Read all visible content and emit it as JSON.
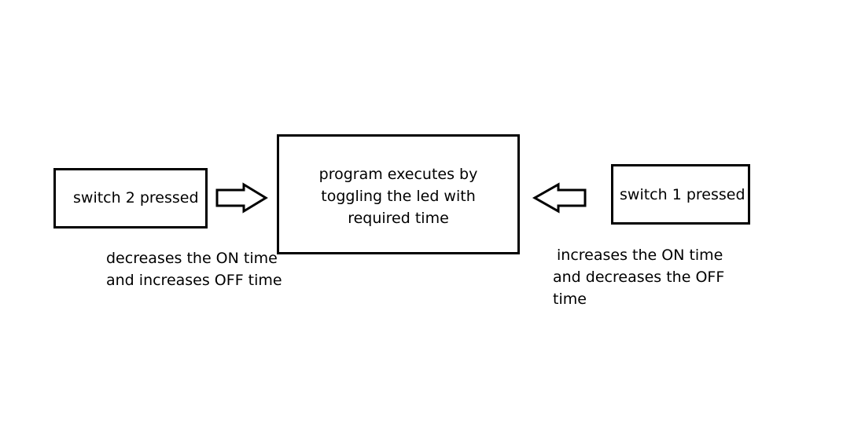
{
  "switch2_box": {
    "label": "switch 2 pressed"
  },
  "switch1_box": {
    "label": "switch 1 pressed"
  },
  "program_box": {
    "lines": [
      "program executes by",
      "toggling the led with",
      "required time"
    ]
  },
  "switch2_note": {
    "lines": [
      "decreases the ON time",
      "and increases OFF time"
    ]
  },
  "switch1_note": {
    "lines": [
      "increases the ON time",
      "and decreases the OFF",
      "time"
    ]
  },
  "colors": {
    "stroke": "#000000",
    "background": "#ffffff"
  },
  "icons": {
    "left_arrow_icon": "hollow-arrow-right",
    "right_arrow_icon": "hollow-arrow-left"
  }
}
